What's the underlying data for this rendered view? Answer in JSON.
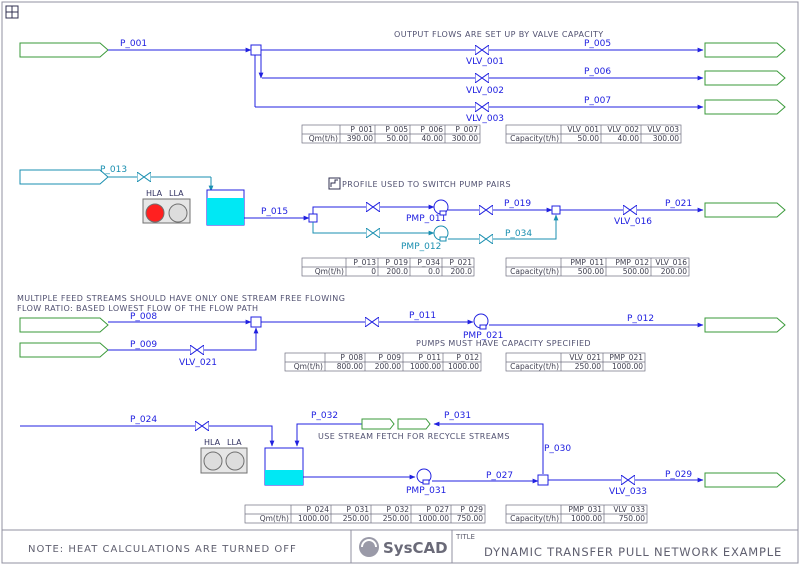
{
  "title_block": {
    "note": "NOTE: HEAT CALCULATIONS ARE TURNED OFF",
    "logo": "SysCAD",
    "title_caption": "TITLE",
    "title": "DYNAMIC TRANSFER PULL NETWORK EXAMPLE"
  },
  "icons": {
    "grid": "grid-icon",
    "profile": "profile-icon"
  },
  "colors": {
    "process": "#2020e0",
    "alt": "#1a8fb0",
    "feeder": "#3a9a3a",
    "tank": "#00e0f0",
    "alarm": "#ff2020"
  },
  "section1": {
    "header_note": "OUTPUT FLOWS ARE SET UP BY VALVE CAPACITY",
    "streams": {
      "p001": "P_001",
      "p005": "P_005",
      "p006": "P_006",
      "p007": "P_007"
    },
    "valves": {
      "v1": "VLV_001",
      "v2": "VLV_002",
      "v3": "VLV_003"
    },
    "flow_table": {
      "headers": [
        "",
        "P_001",
        "P_005",
        "P_006",
        "P_007"
      ],
      "row": [
        "Qm(t/h)",
        "390.00",
        "50.00",
        "40.00",
        "300.00"
      ]
    },
    "cap_table": {
      "headers": [
        "",
        "VLV_001",
        "VLV_002",
        "VLV_003"
      ],
      "row": [
        "Capacity(t/h)",
        "50.00",
        "40.00",
        "300.00"
      ]
    }
  },
  "section2": {
    "profile_note": "PROFILE USED TO SWITCH PUMP PAIRS",
    "streams": {
      "p013": "P_013",
      "p015": "P_015",
      "p019": "P_019",
      "p034": "P_034",
      "p021": "P_021"
    },
    "pumps": {
      "a": "PMP_011",
      "b": "PMP_012"
    },
    "valve": "VLV_016",
    "alarms": {
      "hla": "HLA",
      "lla": "LLA"
    },
    "flow_table": {
      "headers": [
        "",
        "P_013",
        "P_019",
        "P_034",
        "P_021"
      ],
      "row": [
        "Qm(t/h)",
        "0",
        "200.0",
        "0.0",
        "200.0"
      ]
    },
    "cap_table": {
      "headers": [
        "",
        "PMP_011",
        "PMP_012",
        "VLV_016"
      ],
      "row": [
        "Capacity(t/h)",
        "500.00",
        "500.00",
        "200.00"
      ]
    }
  },
  "section3": {
    "note_line1": "MULTIPLE FEED STREAMS SHOULD HAVE   ONLY ONE STREAM FREE FLOWING",
    "note_line2": "FLOW RATIO: BASED LOWEST FLOW OF THE FLOW PATH",
    "pump_note": "PUMPS MUST HAVE CAPACITY SPECIFIED",
    "streams": {
      "p008": "P_008",
      "p009": "P_009",
      "p011": "P_011",
      "p012": "P_012"
    },
    "pump": "PMP_021",
    "valve": "VLV_021",
    "flow_table": {
      "headers": [
        "",
        "P_008",
        "P_009",
        "P_011",
        "P_012"
      ],
      "row": [
        "Qm(t/h)",
        "800.00",
        "200.00",
        "1000.00",
        "1000.00"
      ]
    },
    "cap_table": {
      "headers": [
        "",
        "VLV_021",
        "PMP_021"
      ],
      "row": [
        "Capacity(t/h)",
        "250.00",
        "1000.00"
      ]
    }
  },
  "section4": {
    "recycle_note": "USE STREAM FETCH FOR RECYCLE STREAMS",
    "streams": {
      "p024": "P_024",
      "p032": "P_032",
      "p031": "P_031",
      "p030": "P_030",
      "p027": "P_027",
      "p029": "P_029"
    },
    "pump": "PMP_031",
    "valve": "VLV_033",
    "alarms": {
      "hla": "HLA",
      "lla": "LLA"
    },
    "flow_table": {
      "headers": [
        "",
        "P_024",
        "P_031",
        "P_032",
        "P_027",
        "P_029"
      ],
      "row": [
        "Qm(t/h)",
        "1000.00",
        "250.00",
        "250.00",
        "1000.00",
        "750.00"
      ]
    },
    "cap_table": {
      "headers": [
        "",
        "PMP_031",
        "VLV_033"
      ],
      "row": [
        "Capacity(t/h)",
        "1000.00",
        "750.00"
      ]
    }
  }
}
